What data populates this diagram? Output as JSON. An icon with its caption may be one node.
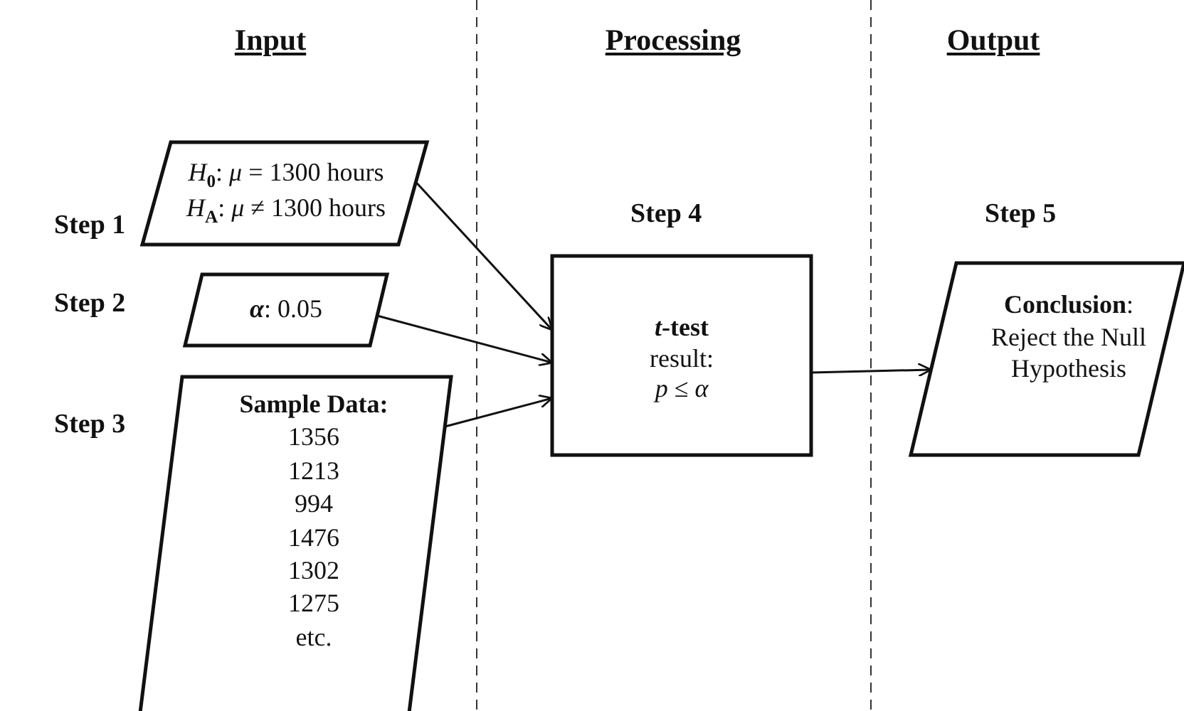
{
  "diagram": {
    "nodes": [
      {
        "text": [
          "*H*$_{0}$: *μ* = 1300 hours",
          "*H*$_{A}$: *μ* ≠ 1300 hours"
        ]
      },
      {
        "text": [
          "**α**: 0.05"
        ]
      },
      {
        "text": [
          "Sample Data:",
          "1356 1213 994 1476 1302 1275 etc."
        ]
      },
      {
        "text": [
          "*t*-test",
          "result: *p* ≤ *α*"
        ]
      },
      {
        "text": [
          "**Conclusion**: Reject the Null Hypothesis"
        ]
      }
    ],
    "edges": [
      {
        "from": 0,
        "to": 3,
        "arrow": "to"
      },
      {
        "from": 1,
        "to": 3,
        "arrow": "to"
      },
      {
        "from": 2,
        "to": 3,
        "arrow": "to"
      },
      {
        "from": 3,
        "to": 4,
        "arrow": "to"
      }
    ],
    "labels": [
      "Input",
      "Processing",
      "Output",
      "Step 1",
      "Step 4",
      "Step 5",
      "Step 2",
      "Step 3"
    ]
  }
}
